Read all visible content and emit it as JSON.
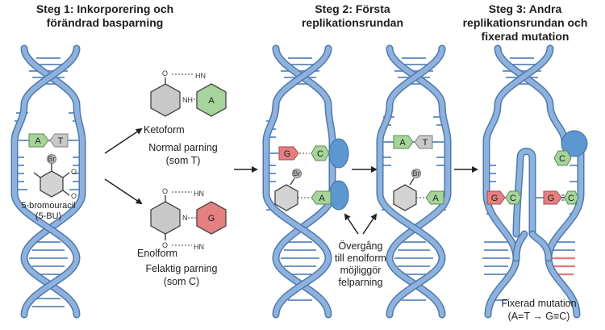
{
  "titles": {
    "step1": [
      "Steg 1: Inkorporering och",
      "förändrad basparning"
    ],
    "step2": [
      "Steg 2: Första",
      "replikationsrundan"
    ],
    "step3": [
      "Steg 3: Andra",
      "replikationsrundan och",
      "fixerad mutation"
    ]
  },
  "step1": {
    "pair_left": "A",
    "pair_right": "T",
    "bromo_atom": "Br",
    "analog_name": [
      "5-bromouracil",
      "(5-BU)"
    ]
  },
  "keto": {
    "pair_base": "A",
    "atom_o": "O",
    "atom_nh": "NH",
    "atom_hn": "HN",
    "form_label": "Ketoform",
    "pairing_label": [
      "Normal parning",
      "(som T)"
    ]
  },
  "enol": {
    "pair_base": "G",
    "atom_o": "O",
    "atom_n": "N",
    "atom_h": "H",
    "atom_hn": "HN",
    "form_label": "Enolform",
    "pairing_label": [
      "Felaktig parning",
      "(som C)"
    ]
  },
  "step2": {
    "dna1_top_pair": [
      "G",
      "C"
    ],
    "dna1_bottom_base": "A",
    "dna1_bromo": "Br",
    "dna2_top_pair": [
      "A",
      "T"
    ],
    "dna2_bottom_base": "A",
    "dna2_bromo": "Br",
    "note": [
      "Övergång",
      "till enolform",
      "möjliggör",
      "felparning"
    ]
  },
  "step3": {
    "moving_base": "C",
    "left_pair": [
      "G",
      "C"
    ],
    "right_pair": [
      "G",
      "C"
    ],
    "caption": [
      "Fixerad mutation",
      "(A=T → G≡C)"
    ]
  },
  "colors": {
    "backbone": "#8fb2dc",
    "backbone_edge": "#4d79ae",
    "rung": "#6f96c6",
    "base_A": "#a6d49a",
    "base_T": "#c9c9c9",
    "base_G": "#e57f80",
    "base_C": "#a6d49a",
    "polymerase": "#5c97cf",
    "ring_gray": "#c8c8c8",
    "ring_green": "#a6d49a",
    "ring_red": "#e57f80"
  }
}
